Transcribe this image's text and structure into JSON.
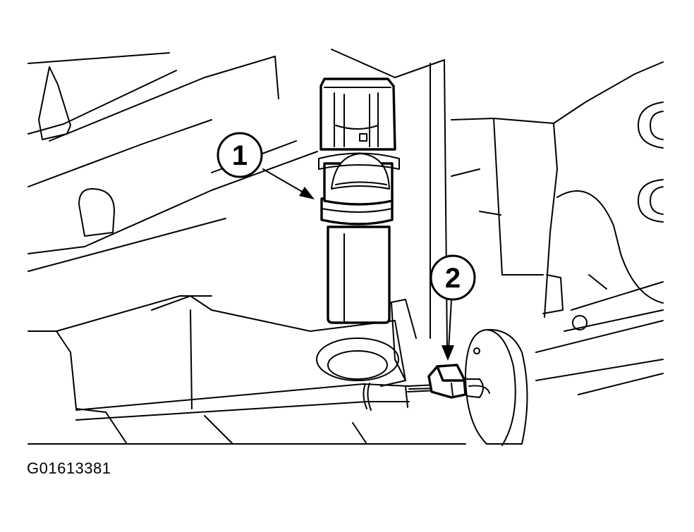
{
  "figure": {
    "code": "G01613381"
  },
  "callouts": [
    {
      "number": "1"
    },
    {
      "number": "2"
    }
  ],
  "colors": {
    "line": "#000000",
    "background": "#ffffff"
  }
}
